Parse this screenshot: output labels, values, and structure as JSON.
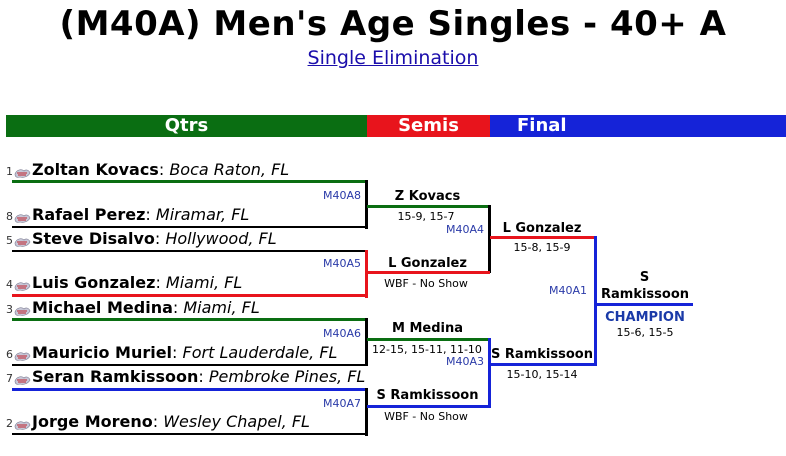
{
  "title": "(M40A) Men's Age Singles - 40+ A",
  "subtitle": "Single Elimination",
  "rounds": [
    "Qtrs",
    "Semis",
    "Final"
  ],
  "colors": {
    "qtrs": "#0a6e12",
    "semis": "#e8141c",
    "final": "#1523d8",
    "line_black": "#000000"
  },
  "icon": "flag-icon",
  "players": [
    {
      "seed": "1",
      "name": "Zoltan Kovacs",
      "loc": "Boca Raton, FL"
    },
    {
      "seed": "8",
      "name": "Rafael Perez",
      "loc": "Miramar, FL"
    },
    {
      "seed": "5",
      "name": "Steve Disalvo",
      "loc": "Hollywood, FL"
    },
    {
      "seed": "4",
      "name": "Luis Gonzalez",
      "loc": "Miami, FL"
    },
    {
      "seed": "3",
      "name": "Michael Medina",
      "loc": "Miami, FL"
    },
    {
      "seed": "6",
      "name": "Mauricio Muriel",
      "loc": "Fort Lauderdale, FL"
    },
    {
      "seed": "7",
      "name": "Seran Ramkissoon",
      "loc": "Pembroke Pines, FL"
    },
    {
      "seed": "2",
      "name": "Jorge Moreno",
      "loc": "Wesley Chapel, FL"
    }
  ],
  "separator": ": ",
  "qtr_matches": [
    {
      "id": "M40A8",
      "winner": "Z Kovacs",
      "score": "15-9, 15-7"
    },
    {
      "id": "M40A5",
      "winner": "L Gonzalez",
      "score": "WBF - No Show"
    },
    {
      "id": "M40A6",
      "winner": "M Medina",
      "score": "12-15, 15-11, 11-10"
    },
    {
      "id": "M40A7",
      "winner": "S Ramkissoon",
      "score": "WBF - No Show"
    }
  ],
  "semi_matches": [
    {
      "id": "M40A4",
      "winner": "L Gonzalez",
      "score": "15-8, 15-9"
    },
    {
      "id": "M40A3",
      "winner": "S Ramkissoon",
      "score": "15-10, 15-14"
    }
  ],
  "final_match": {
    "id": "M40A1",
    "winner_line1": "S",
    "winner_line2": "Ramkissoon",
    "champion": "CHAMPION",
    "score": "15-6, 15-5"
  }
}
